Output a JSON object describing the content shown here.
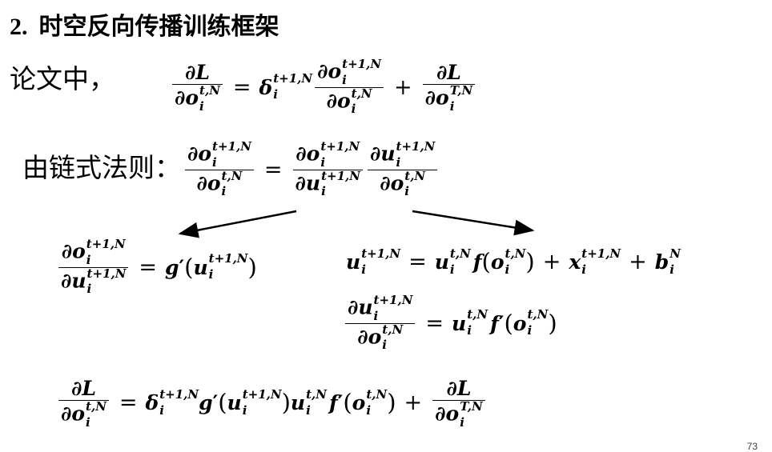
{
  "heading": {
    "number": "2.",
    "title": "时空反向传播训练框架"
  },
  "labels": {
    "paper": "论文中，",
    "chain_rule": "由链式法则："
  },
  "symbols": {
    "partial": "∂",
    "L": "L",
    "o": "o",
    "u": "u",
    "x": "x",
    "b": "b",
    "f": "f",
    "g": "g",
    "delta": "δ",
    "prime": "′",
    "i": "i",
    "tN": "t,N",
    "t1N": "t+1,N",
    "TN": "T,N",
    "N": "N",
    "eq": "=",
    "plus": "+",
    "lp": "(",
    "rp": ")"
  },
  "page_number": "73"
}
